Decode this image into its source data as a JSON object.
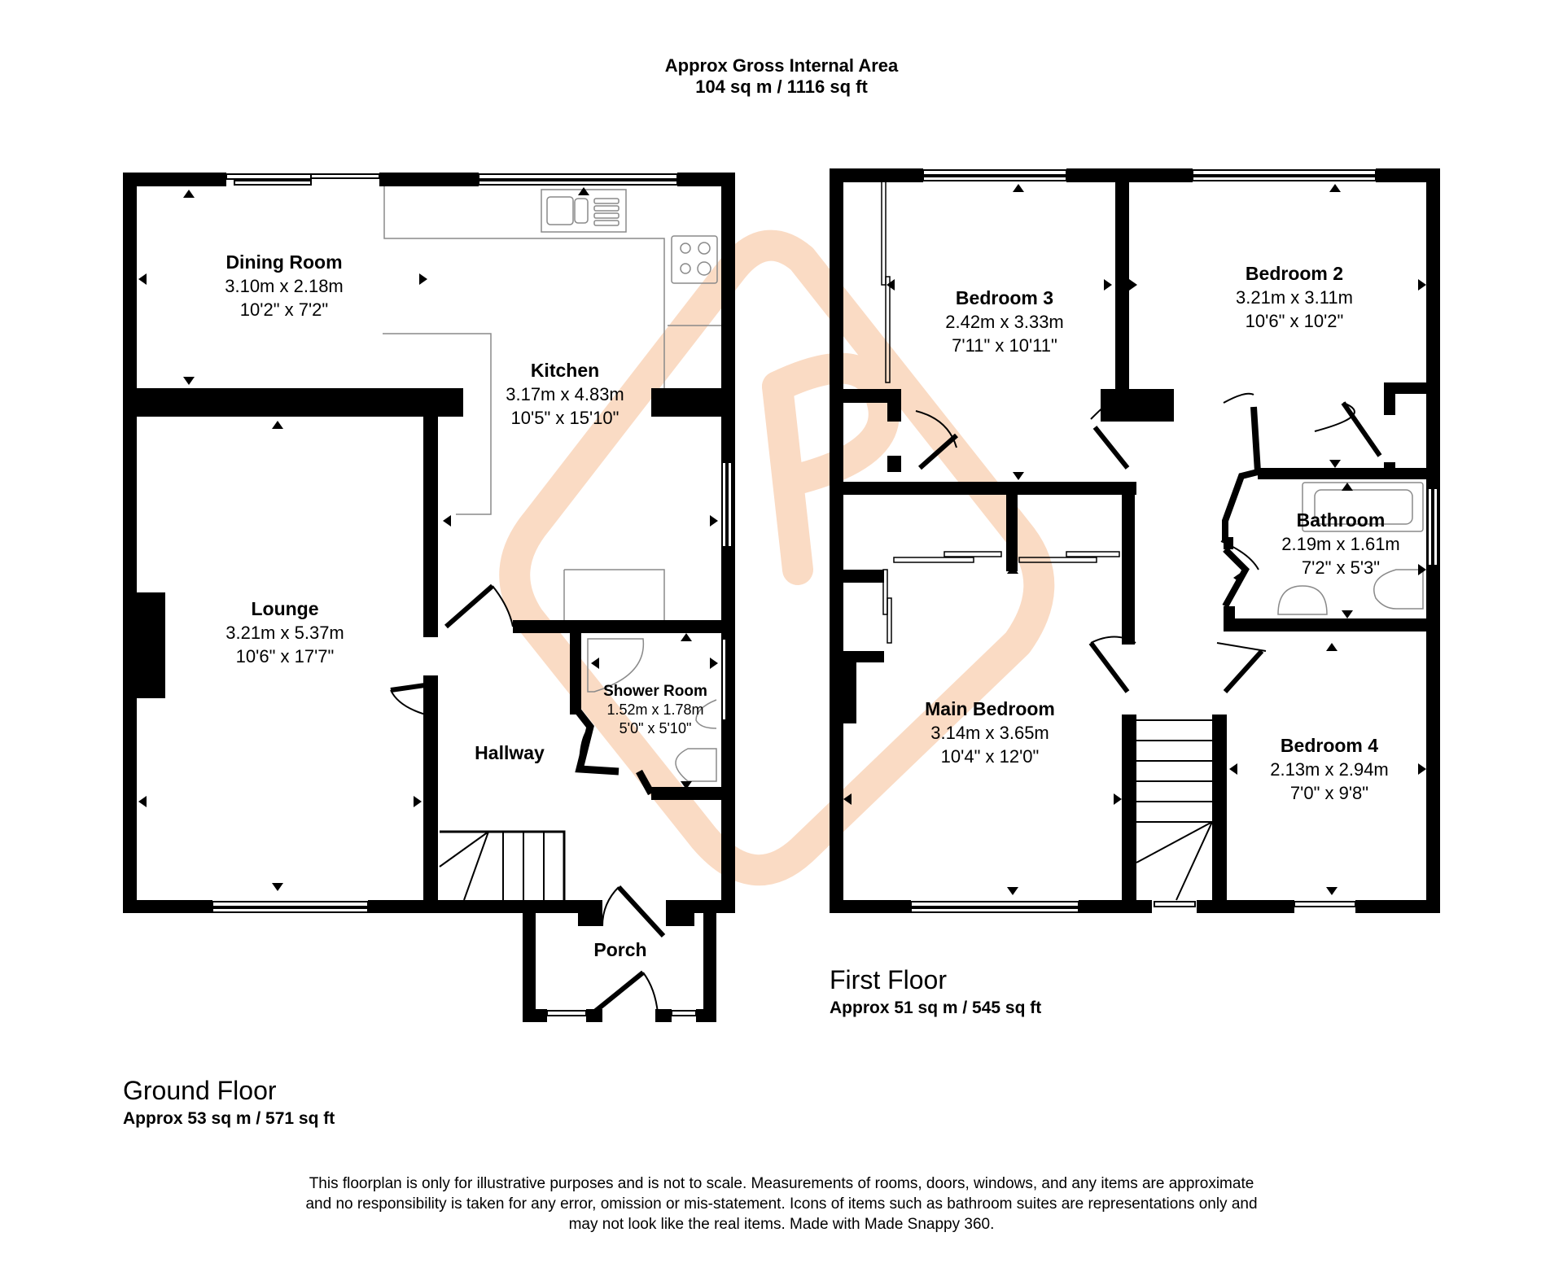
{
  "header": {
    "title": "Approx Gross Internal Area",
    "total_area": "104 sq m / 1116 sq ft"
  },
  "colors": {
    "wall": "#000000",
    "fixture_line": "#8a8a8a",
    "watermark": "#FADBC4"
  },
  "ground_floor": {
    "title": "Ground Floor",
    "area": "Approx 53 sq m / 571 sq ft",
    "rooms": [
      {
        "name": "Dining Room",
        "metric": "3.10m x 2.18m",
        "imperial": "10'2\" x 7'2\""
      },
      {
        "name": "Kitchen",
        "metric": "3.17m x 4.83m",
        "imperial": "10'5\" x 15'10\""
      },
      {
        "name": "Lounge",
        "metric": "3.21m x 5.37m",
        "imperial": "10'6\" x 17'7\""
      },
      {
        "name": "Shower Room",
        "metric": "1.52m x 1.78m",
        "imperial": "5'0\" x 5'10\""
      },
      {
        "name": "Hallway"
      },
      {
        "name": "Porch"
      }
    ]
  },
  "first_floor": {
    "title": "First Floor",
    "area": "Approx 51 sq m / 545 sq ft",
    "rooms": [
      {
        "name": "Bedroom 3",
        "metric": "2.42m x 3.33m",
        "imperial": "7'11\" x 10'11\""
      },
      {
        "name": "Bedroom 2",
        "metric": "3.21m x 3.11m",
        "imperial": "10'6\" x 10'2\""
      },
      {
        "name": "Bathroom",
        "metric": "2.19m x 1.61m",
        "imperial": "7'2\" x 5'3\""
      },
      {
        "name": "Main Bedroom",
        "metric": "3.14m x 3.65m",
        "imperial": "10'4\" x 12'0\""
      },
      {
        "name": "Bedroom 4",
        "metric": "2.13m x 2.94m",
        "imperial": "7'0\" x 9'8\""
      }
    ]
  },
  "disclaimer": {
    "line1": "This floorplan is only for illustrative purposes and is not to scale. Measurements of rooms, doors, windows, and any items are approximate",
    "line2": "and no responsibility is taken for any error, omission or mis-statement. Icons of items such as bathroom suites are representations only and",
    "line3": "may not look like the real items. Made with Made Snappy 360."
  }
}
